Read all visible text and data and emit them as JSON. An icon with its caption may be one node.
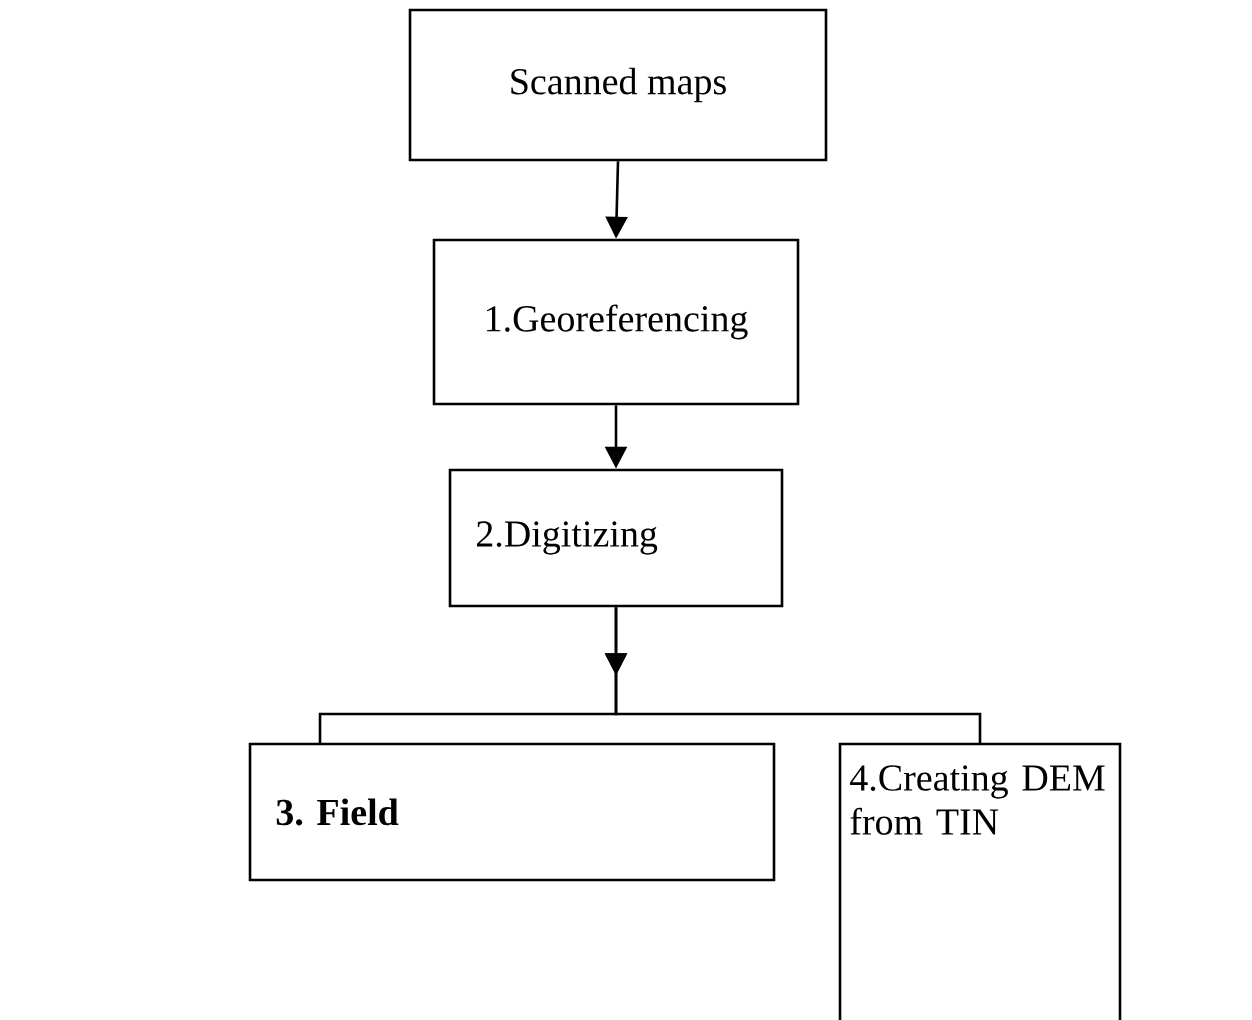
{
  "diagram": {
    "nodes": [
      {
        "text": [
          "Scanned maps"
        ]
      },
      {
        "text": [
          "1.Georeferencing"
        ]
      },
      {
        "text": [
          "2.Digitizing"
        ]
      },
      {
        "text": [
          "3. Field"
        ]
      },
      {
        "text": [
          "4.Creating DEM from TIN"
        ]
      }
    ],
    "edges": [
      {
        "from": 0,
        "to": 1,
        "arrow": "to"
      },
      {
        "from": 1,
        "to": 2,
        "arrow": "to"
      },
      {
        "from": 2,
        "to": 3,
        "arrow": "to"
      },
      {
        "from": 2,
        "to": 4,
        "arrow": "to"
      }
    ]
  }
}
